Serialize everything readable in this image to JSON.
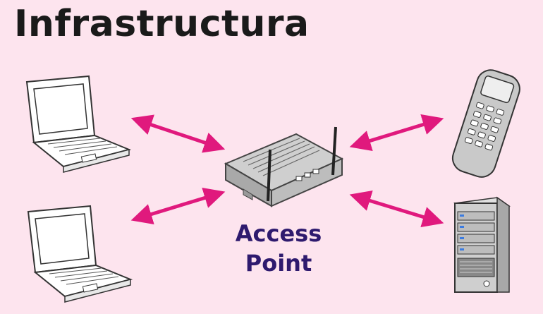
{
  "title": "Infrastructura",
  "access_point": {
    "line1": "Access",
    "line2": "Point"
  },
  "colors": {
    "background": "#fde4ee",
    "arrow": "#e0197d",
    "label": "#2e1a6e",
    "title": "#1a1a1a"
  },
  "icons": [
    "laptop-icon",
    "laptop-icon",
    "access-point-router-icon",
    "handheld-scanner-icon",
    "server-tower-icon"
  ]
}
